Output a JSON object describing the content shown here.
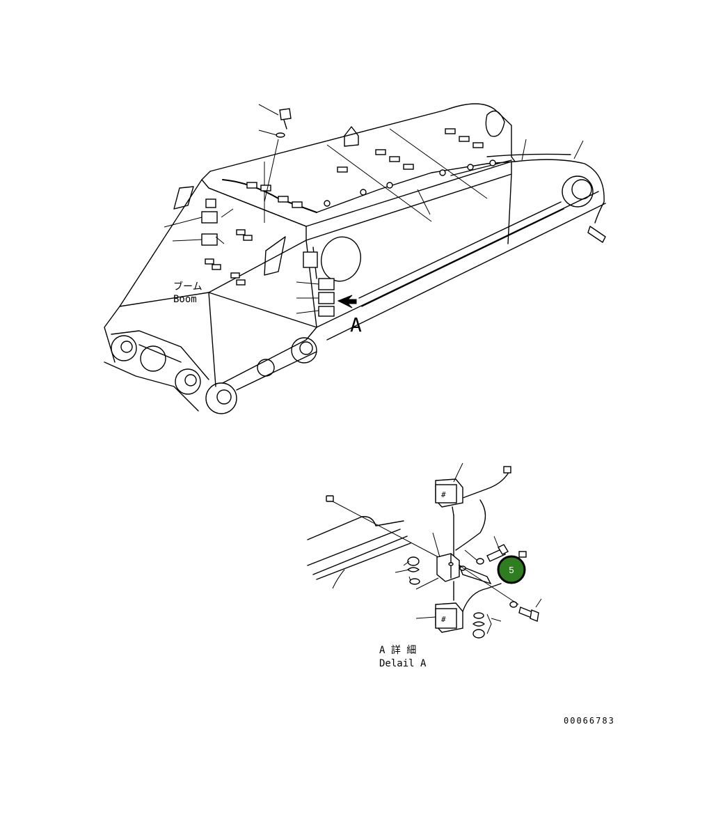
{
  "labels": {
    "boom_jp": "ブーム",
    "boom_en": "Boom",
    "view_arrow_letter": "A",
    "detail_jp": "A 詳 細",
    "detail_en": "Delail A",
    "drawing_number": "00066783"
  },
  "callout": {
    "number": "5",
    "fill_color": "#2e7d1f",
    "ring_color": "#000000",
    "text_color": "#ffffff"
  }
}
